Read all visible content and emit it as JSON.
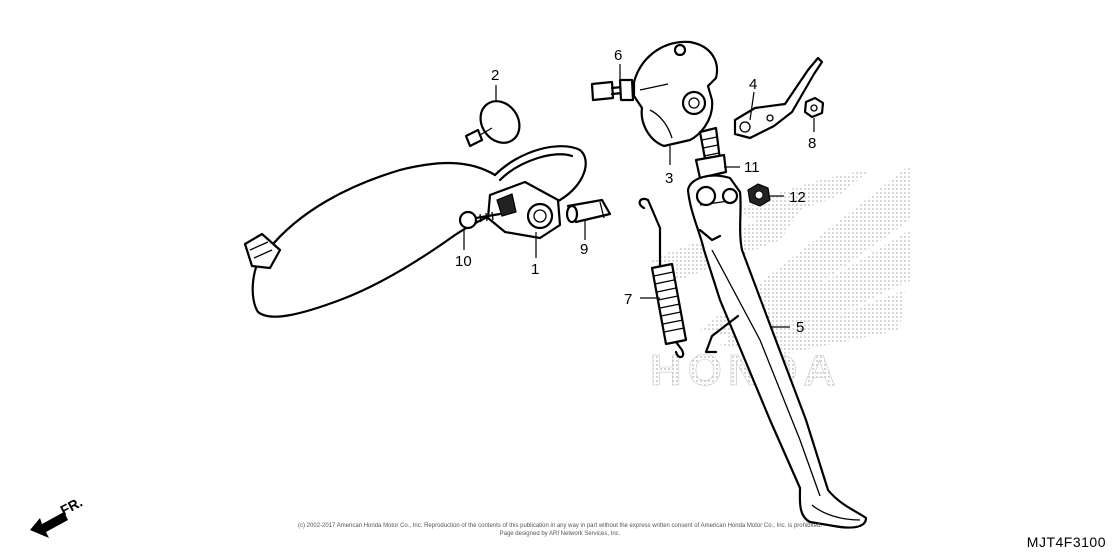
{
  "diagram": {
    "code": "MJT4F3100",
    "front_label": "FR.",
    "watermark_text": "HONDA",
    "copyright_line1": "(c) 2002-2017 American Honda Motor Co., Inc. Reproduction of the contents of this publication in any way in part without the express written consent of American Honda Motor Co., Inc. is prohibited.",
    "copyright_line2": "Page designed by ARI Network Services, Inc.",
    "callouts": [
      "1",
      "2",
      "3",
      "4",
      "5",
      "6",
      "7",
      "8",
      "9",
      "10",
      "11",
      "12"
    ]
  },
  "colors": {
    "line": "#000000",
    "watermark": "#c8c8c8"
  }
}
